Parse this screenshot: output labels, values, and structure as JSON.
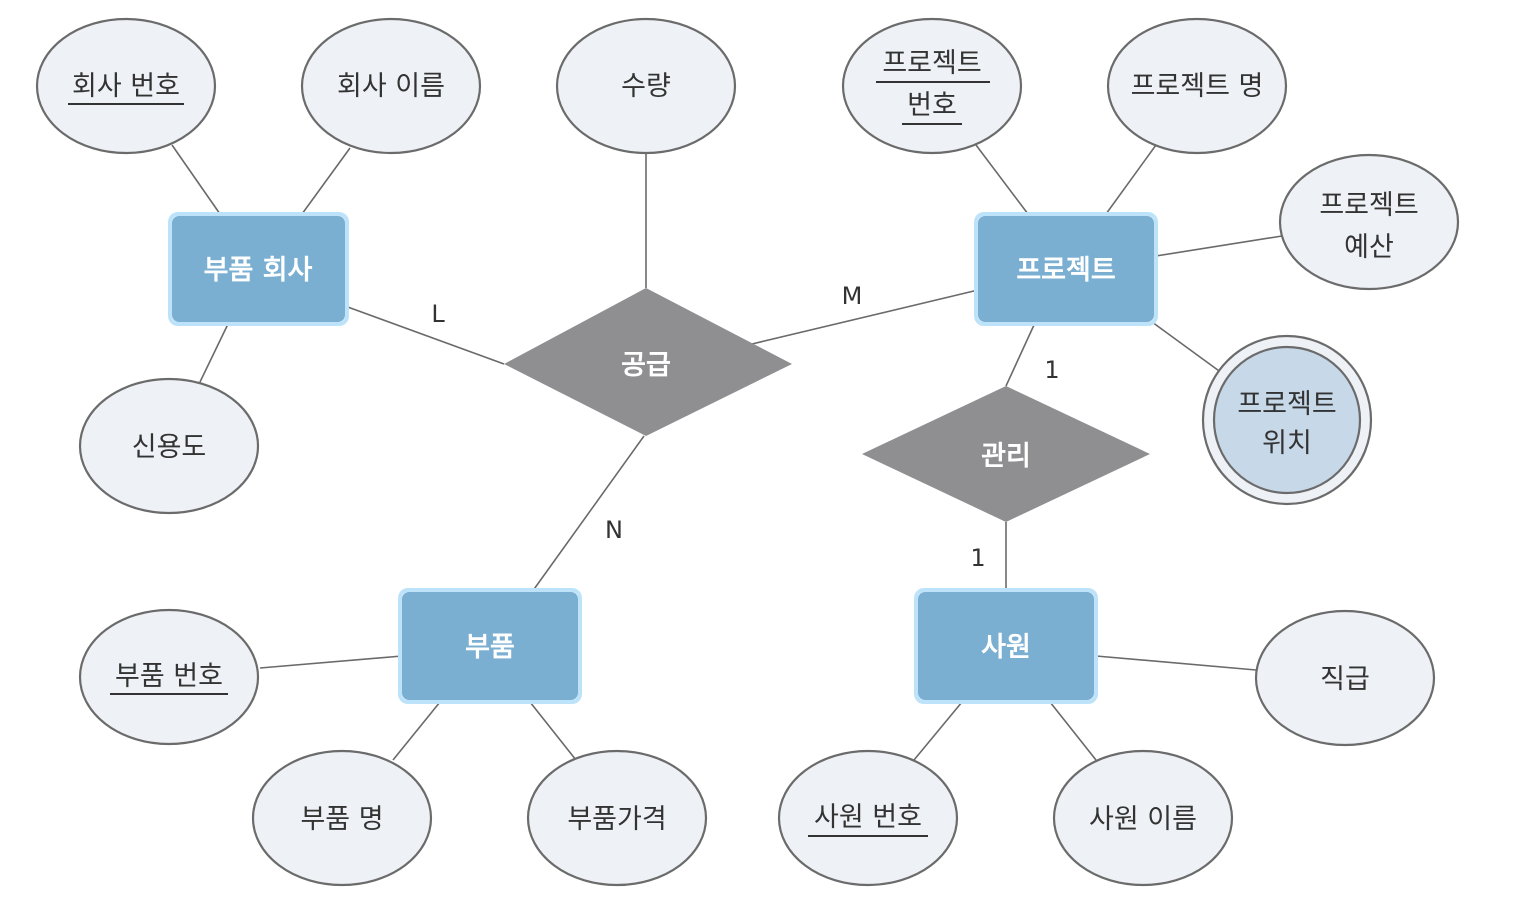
{
  "entities": {
    "part_company": "부품 회사",
    "project": "프로젝트",
    "part": "부품",
    "employee": "사원"
  },
  "relationships": {
    "supply": "공급",
    "manage": "관리"
  },
  "cardinalities": {
    "supply_part_company": "L",
    "supply_project": "M",
    "supply_part": "N",
    "manage_project": "1",
    "manage_employee": "1"
  },
  "attributes": {
    "company_no": "회사 번호",
    "company_name": "회사 이름",
    "credit": "신용도",
    "quantity": "수량",
    "project_no_1": "프로젝트",
    "project_no_2": "번호",
    "project_name": "프로젝트 명",
    "project_budget_1": "프로젝트",
    "project_budget_2": "예산",
    "project_location_1": "프로젝트",
    "project_location_2": "위치",
    "part_no": "부품 번호",
    "part_name": "부품 명",
    "part_price": "부품가격",
    "emp_no": "사원 번호",
    "emp_name": "사원 이름",
    "rank": "직급"
  }
}
